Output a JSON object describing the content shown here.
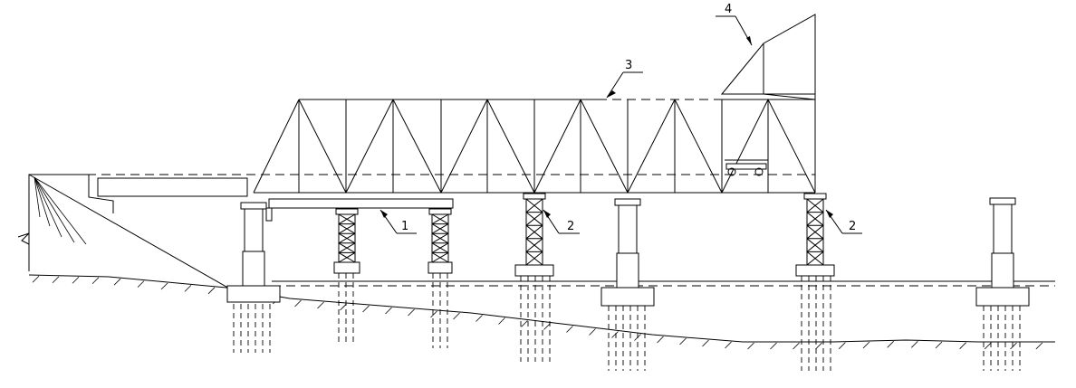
{
  "callouts": [
    {
      "id": "1",
      "text": "1"
    },
    {
      "id": "2a",
      "text": "2"
    },
    {
      "id": "2b",
      "text": "2"
    },
    {
      "id": "3",
      "text": "3"
    },
    {
      "id": "4",
      "text": "4"
    }
  ]
}
